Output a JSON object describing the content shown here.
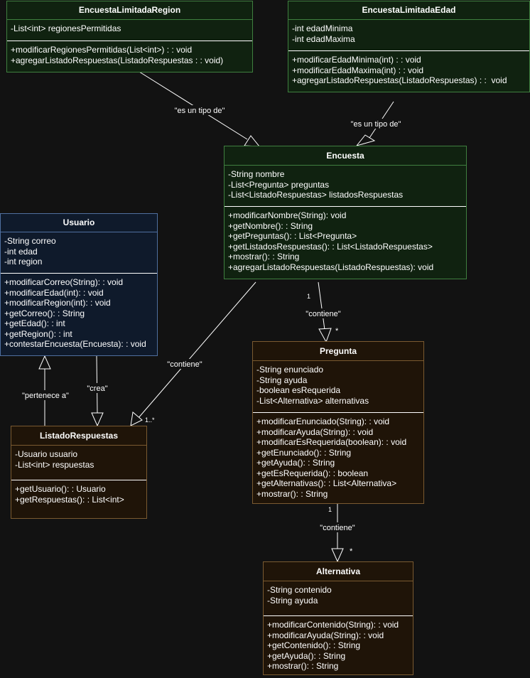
{
  "classes": {
    "regionSurvey": {
      "name": "EncuestaLimitadaRegion",
      "attributes": [
        "-List<int> regionesPermitidas"
      ],
      "methods": [
        "+modificarRegionesPermitidas(List<int>) : : void",
        "+agregarListadoRespuestas(ListadoRespuestas : : void)"
      ]
    },
    "ageSurvey": {
      "name": "EncuestaLimitadaEdad",
      "attributes": [
        "-int edadMinima",
        "-int edadMaxima"
      ],
      "methods": [
        "+modificarEdadMinima(int) : : void",
        "+modificarEdadMaxima(int) : : void",
        "+agregarListadoRespuestas(ListadoRespuestas) : :  void"
      ]
    },
    "survey": {
      "name": "Encuesta",
      "attributes": [
        "-String nombre",
        "-List<Pregunta> preguntas",
        "-List<ListadoRespuestas> listadosRespuestas"
      ],
      "methods": [
        "+modificarNombre(String): void",
        "+getNombre(): : String",
        "+getPreguntas(): : List<Pregunta>",
        "+getListadosRespuestas(): : List<ListadoRespuestas>",
        "+mostrar(): : String",
        "+agregarListadoRespuestas(ListadoRespuestas): void"
      ]
    },
    "user": {
      "name": "Usuario",
      "attributes": [
        "-String correo",
        "-int edad",
        "-int region"
      ],
      "methods": [
        "+modificarCorreo(String): : void",
        "+modificarEdad(int): : void",
        "+modificarRegion(int): : void",
        "+getCorreo(): : String",
        "+getEdad(): : int",
        "+getRegion(): : int",
        "+contestarEncuesta(Encuesta): : void"
      ]
    },
    "question": {
      "name": "Pregunta",
      "attributes": [
        "-String enunciado",
        "-String ayuda",
        "-boolean esRequerida",
        "-List<Alternativa> alternativas"
      ],
      "methods": [
        "+modificarEnunciado(String): : void",
        "+modificarAyuda(String): : void",
        "+modificarEsRequerida(boolean): : void",
        "+getEnunciado(): : String",
        "+getAyuda(): : String",
        "+getEsRequerida(): : boolean",
        "+getAlternativas(): : List<Alternativa>",
        "+mostrar(): : String"
      ]
    },
    "answerList": {
      "name": "ListadoRespuestas",
      "attributes": [
        "-Usuario usuario",
        "-List<int> respuestas"
      ],
      "methods": [
        "+getUsuario(): : Usuario",
        "+getRespuestas(): : List<int>"
      ]
    },
    "alternative": {
      "name": "Alternativa",
      "attributes": [
        "-String contenido",
        "-String ayuda"
      ],
      "methods": [
        "+modificarContenido(String): : void",
        "+modificarAyuda(String): : void",
        "+getContenido(): : String",
        "+getAyuda(): : String",
        "+mostrar(): : String"
      ]
    }
  },
  "relations": {
    "regionIsA": {
      "label": "\"es un tipo de\""
    },
    "ageIsA": {
      "label": "\"es un tipo de\""
    },
    "surveyHasQuestions": {
      "label": "\"contiene\"",
      "from_mult": "1",
      "to_mult": "*"
    },
    "surveyHasAnswers": {
      "label": "\"contiene\"",
      "to_mult": "1..*"
    },
    "questionHasAlternatives": {
      "label": "\"contiene\"",
      "from_mult": "1",
      "to_mult": "*"
    },
    "userCreates": {
      "label": "\"crea\""
    },
    "answersBelongTo": {
      "label": "\"pertenece a\""
    }
  },
  "colors": {
    "survey_green": "#3f7f3f",
    "user_blue": "#4f6f9f",
    "entity_brown": "#7a5a30",
    "edge": "#ffffff"
  }
}
